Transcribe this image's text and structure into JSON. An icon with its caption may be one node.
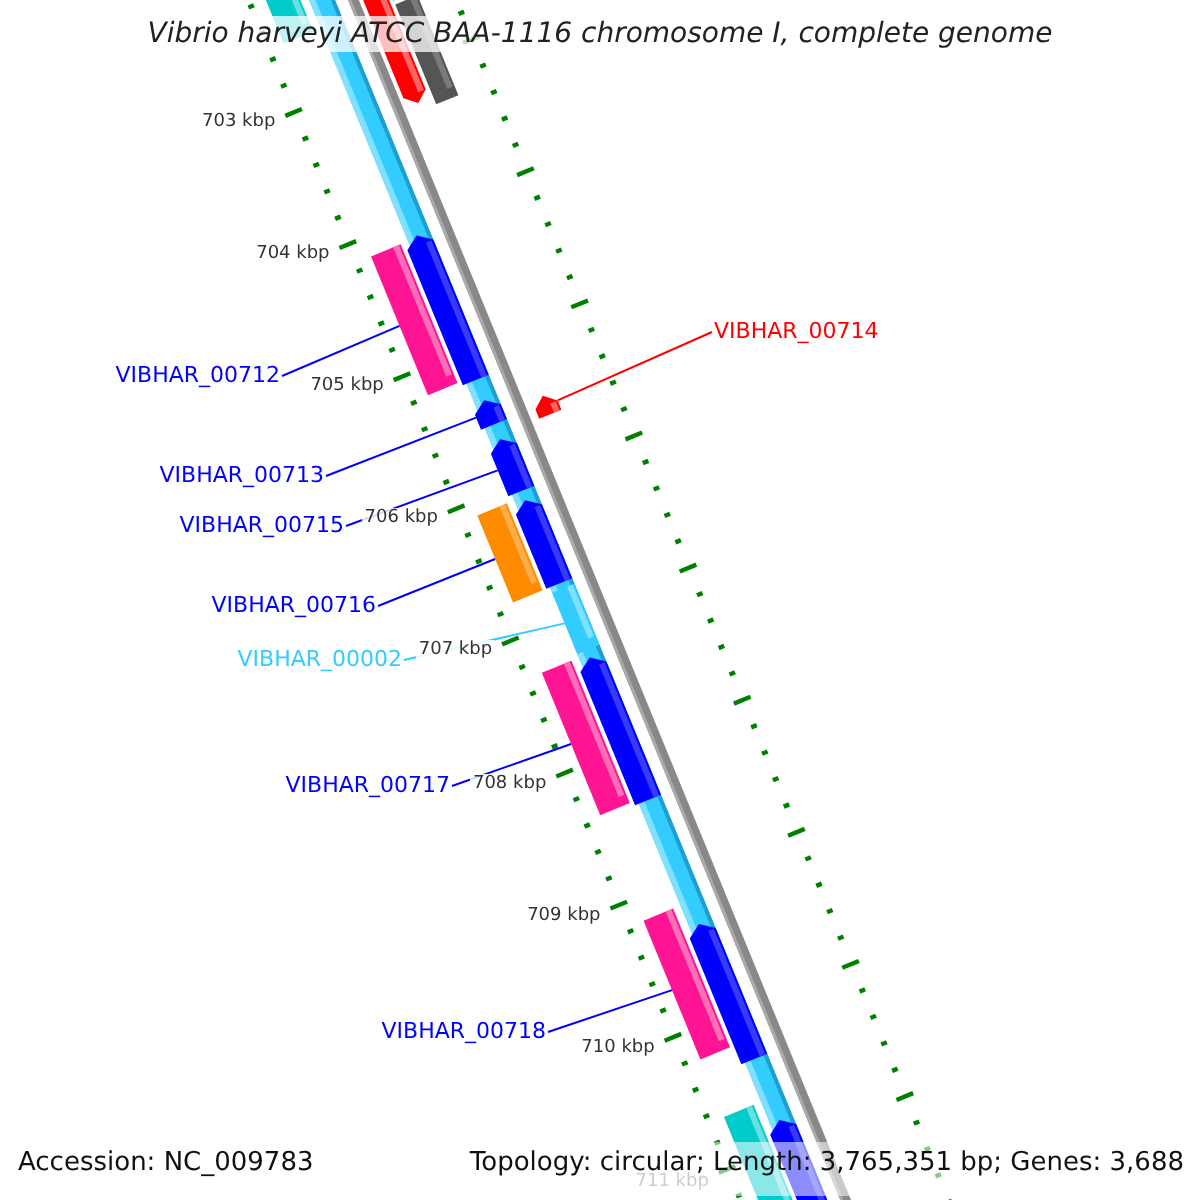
{
  "diagram": {
    "title": "Vibrio harveyi ATCC BAA-1116 chromosome I, complete genome",
    "nodes": [
      {
        "text": [
          "VIBHAR_00714"
        ]
      },
      {
        "text": [
          "VIBHAR_00712"
        ]
      },
      {
        "text": [
          "VIBHAR_00713"
        ]
      },
      {
        "text": [
          "VIBHAR_00715"
        ]
      },
      {
        "text": [
          "VIBHAR_00716"
        ]
      },
      {
        "text": [
          "VIBHAR_00002"
        ]
      },
      {
        "text": [
          "VIBHAR_00717"
        ]
      },
      {
        "text": [
          "VIBHAR_00718"
        ]
      },
      {
        "text": [],
        "shape": "bar"
      },
      {
        "text": [],
        "shape": "bar"
      },
      {
        "text": [],
        "shape": "bar"
      },
      {
        "text": [],
        "shape": "bar"
      },
      {
        "text": [],
        "shape": "bar"
      },
      {
        "text": [],
        "shape": "bar"
      },
      {
        "text": [],
        "shape": "bar"
      },
      {
        "text": [],
        "shape": "bar"
      }
    ],
    "edges": [
      {
        "from": 0,
        "to": 8,
        "arrow": "none",
        "color": "#ff0000"
      },
      {
        "from": 1,
        "to": 9,
        "arrow": "none"
      },
      {
        "from": 2,
        "to": 10,
        "arrow": "none"
      },
      {
        "from": 3,
        "to": 11,
        "arrow": "none"
      },
      {
        "from": 4,
        "to": 12,
        "arrow": "none"
      },
      {
        "from": 5,
        "to": 13,
        "arrow": "none",
        "color": "#33ccff"
      },
      {
        "from": 6,
        "to": 14,
        "arrow": "none"
      },
      {
        "from": 7,
        "to": 15,
        "arrow": "none"
      }
    ],
    "labels": [
      "703 kbp",
      "704 kbp",
      "705 kbp",
      "706 kbp",
      "707 kbp",
      "708 kbp",
      "709 kbp",
      "710 kbp",
      "711 kbp",
      "Accession: NC_009783",
      "Topology: circular; Length: 3,765,351 bp; Genes: 3,688"
    ]
  }
}
